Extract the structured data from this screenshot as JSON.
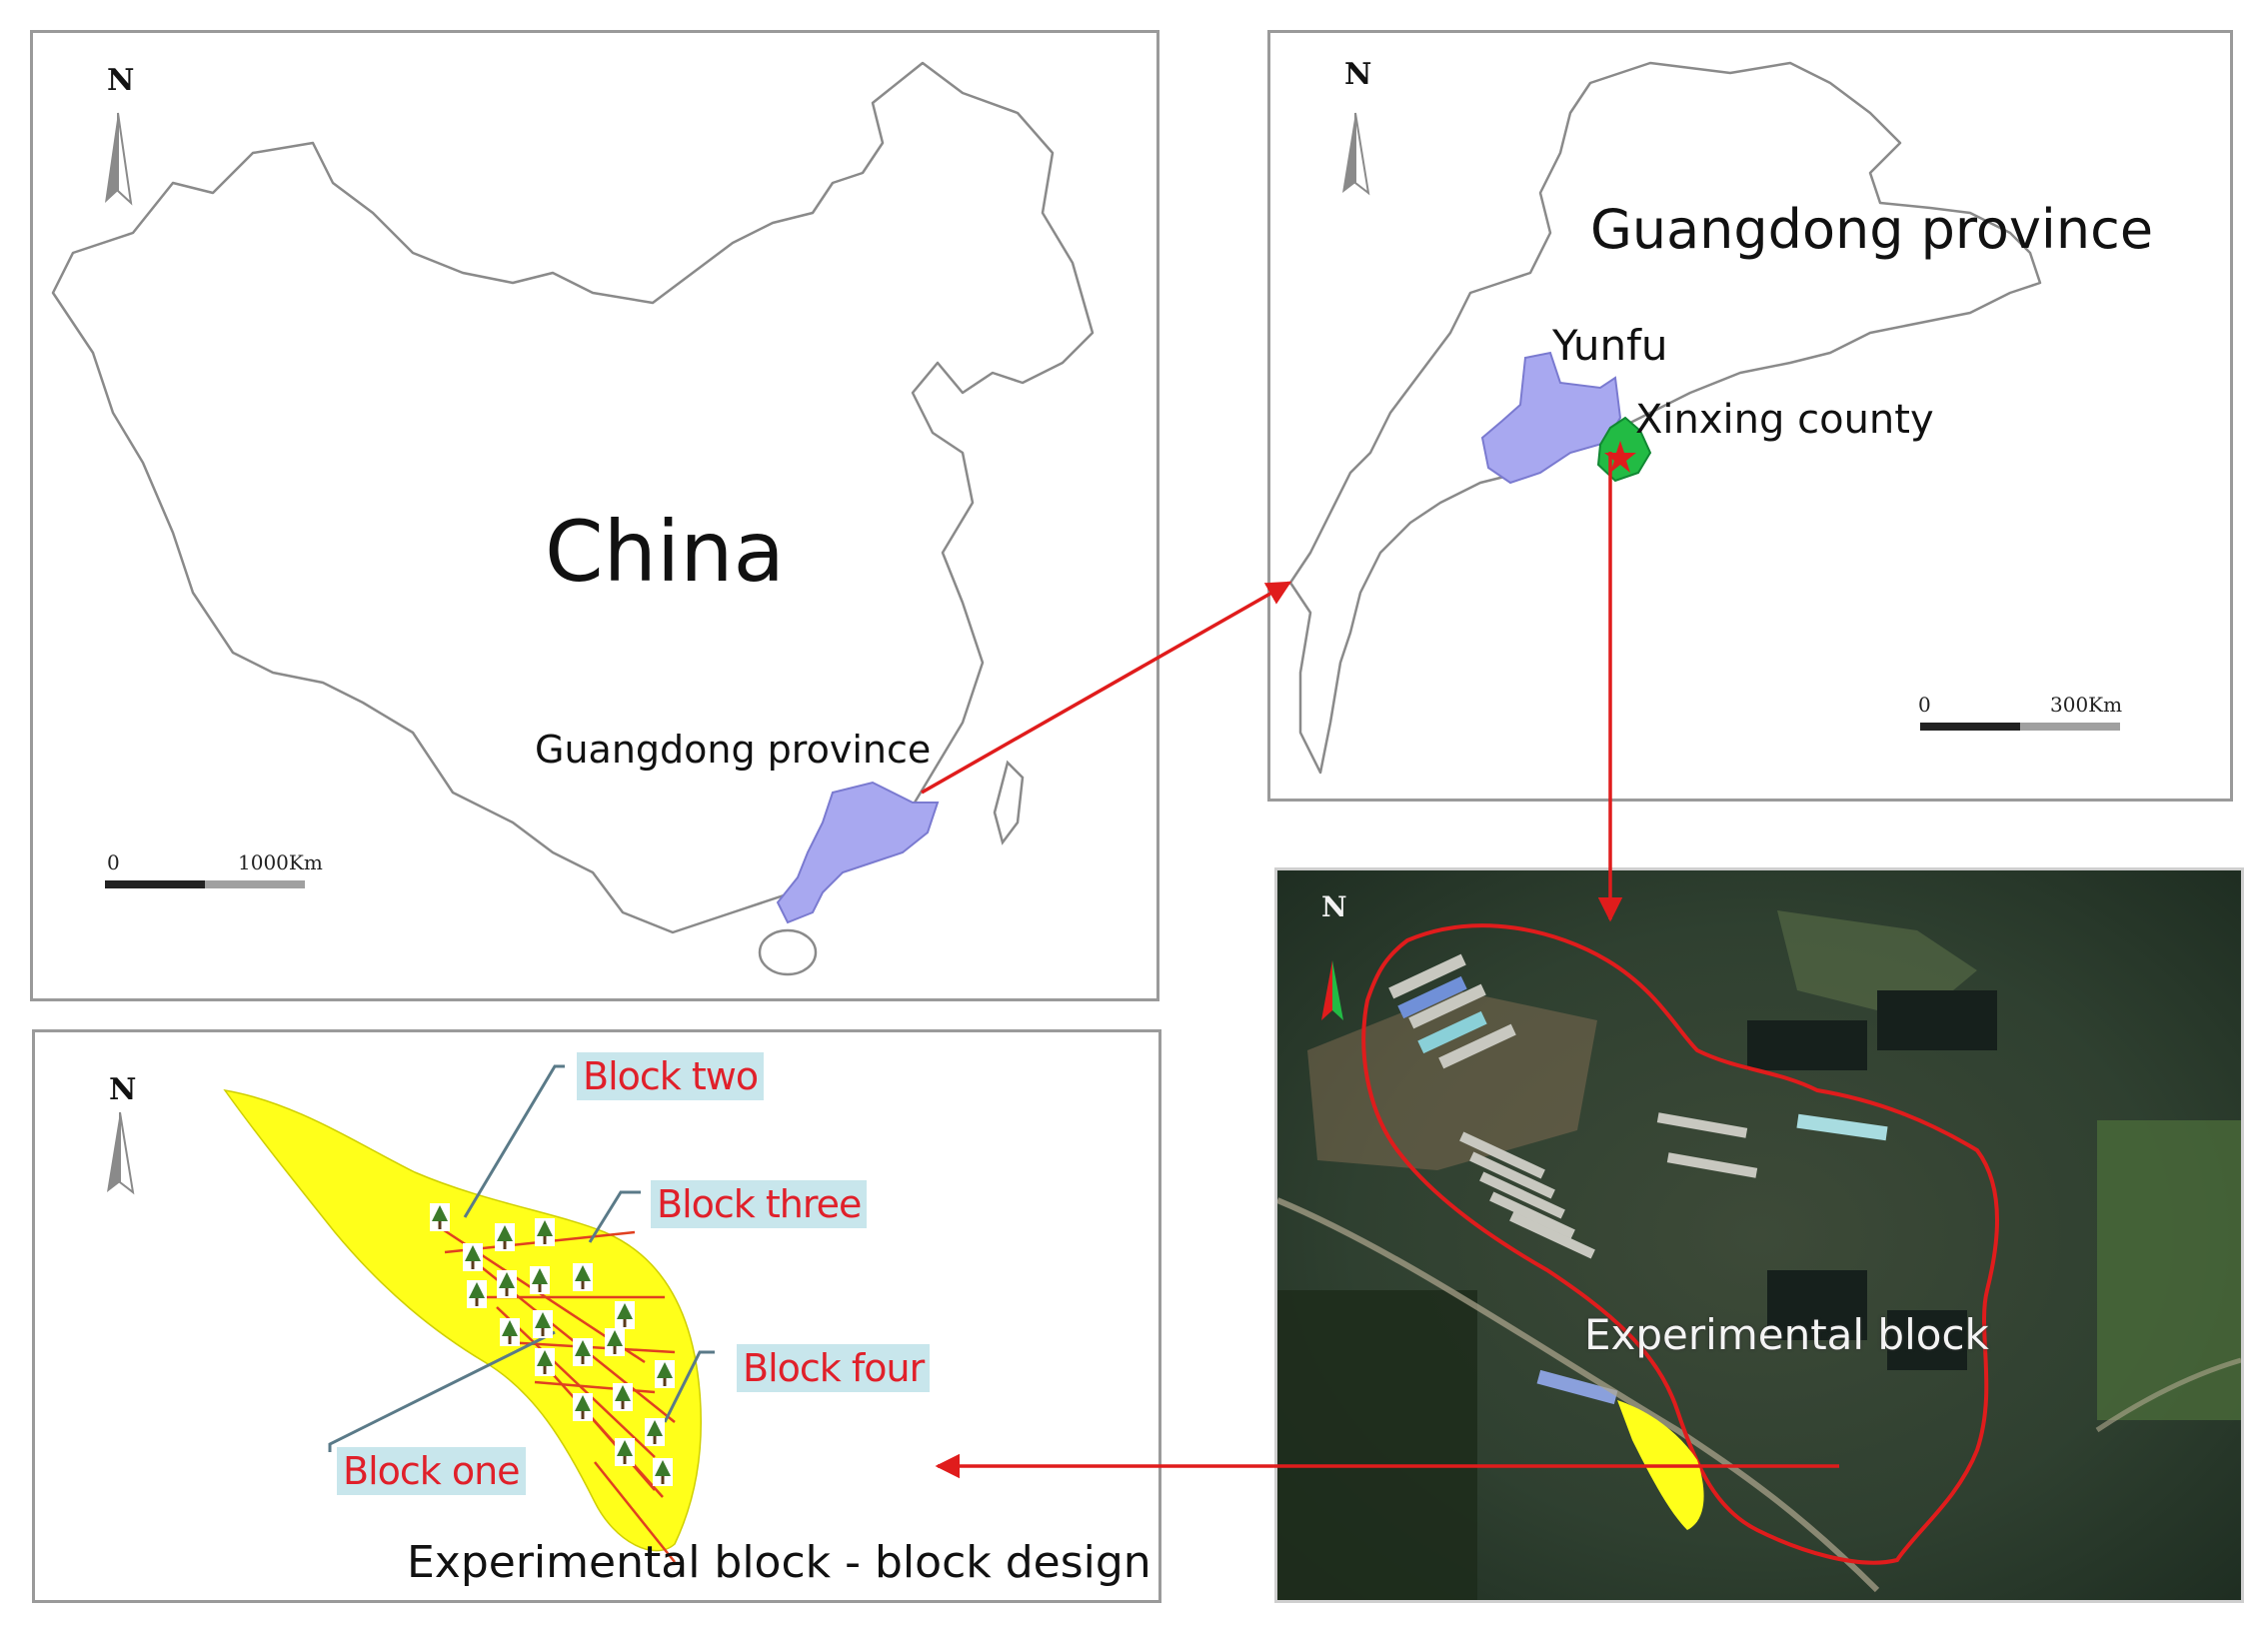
{
  "china_panel": {
    "title": "China",
    "province_label": "Guangdong province",
    "north": "N",
    "scale_start": "0",
    "scale_end": "1000Km"
  },
  "guangdong_panel": {
    "title": "Guangdong province",
    "city_label": "Yunfu",
    "county_label": "Xinxing county",
    "north": "N",
    "scale_start": "0",
    "scale_end": "300Km"
  },
  "satellite_panel": {
    "north": "N",
    "block_label": "Experimental block"
  },
  "design_panel": {
    "north": "N",
    "caption": "Experimental block - block design",
    "blocks": {
      "one": "Block one",
      "two": "Block two",
      "three": "Block three",
      "four": "Block four"
    }
  },
  "colors": {
    "province_fill": "#a8a8f0",
    "county_fill": "#22bb44",
    "block_fill": "#ffff1a",
    "boundary": "#e01c1c",
    "arrow": "#e01c1c",
    "label_highlight": "#c8e6ec"
  },
  "icons": [
    "north-arrow-icon",
    "tree-icon",
    "location-star-icon",
    "scale-bar"
  ]
}
